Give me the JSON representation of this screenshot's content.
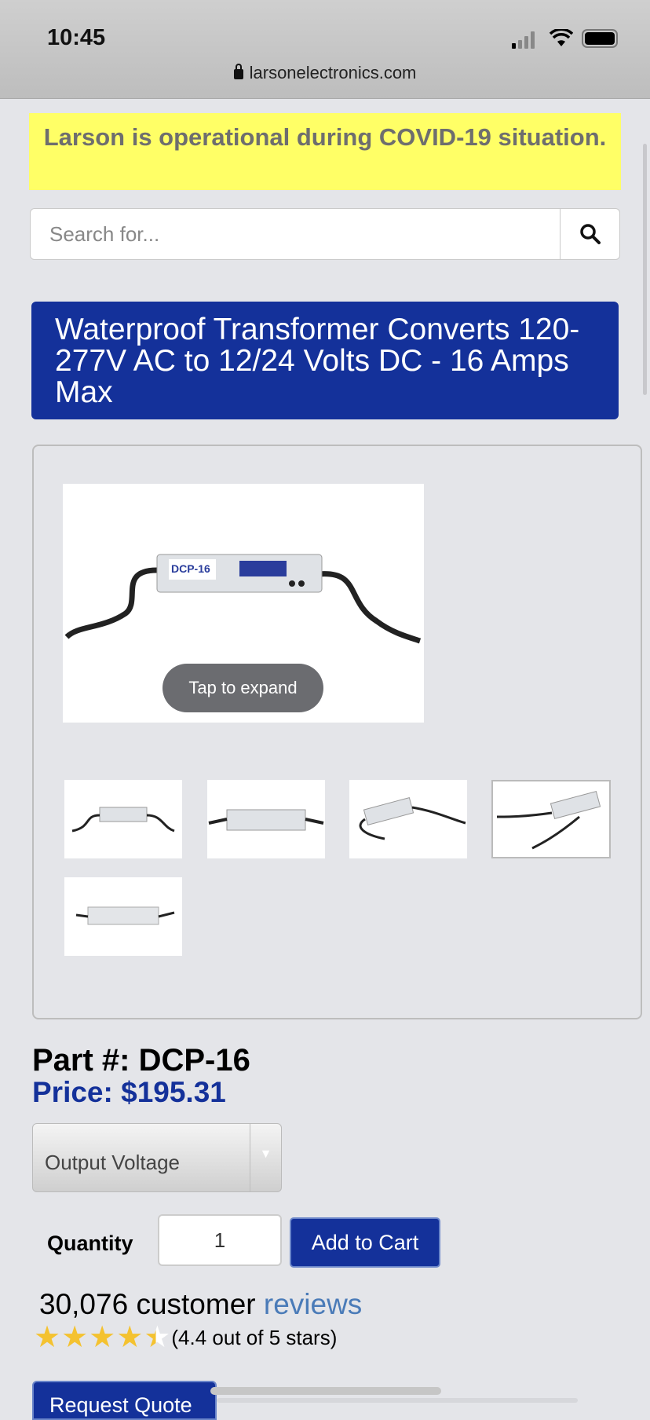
{
  "status_bar": {
    "time": "10:45",
    "url": "larsonelectronics.com"
  },
  "banner": {
    "text": "Larson is operational during COVID-19 situation."
  },
  "search": {
    "placeholder": "Search for..."
  },
  "product": {
    "title": "Waterproof Transformer Converts 120-277V AC to 12/24 Volts DC - 16 Amps Max",
    "image_label": "DCP-16",
    "tap_to_expand": "Tap to expand",
    "part_label": "Part #: DCP-16",
    "price_label": "Price: $195.31",
    "select_value": "Output Voltage",
    "quantity_label": "Quantity",
    "quantity_value": "1",
    "add_to_cart": "Add to Cart",
    "reviews_count": "30,076 customer",
    "reviews_link": "reviews",
    "rating_text": "(4.4 out of 5 stars)",
    "rating": 4.4,
    "request_quote": "Request Quote"
  },
  "colors": {
    "brand": "#14319a",
    "banner": "#ffff66",
    "link": "#4a7bb8",
    "star": "#f4c230"
  }
}
